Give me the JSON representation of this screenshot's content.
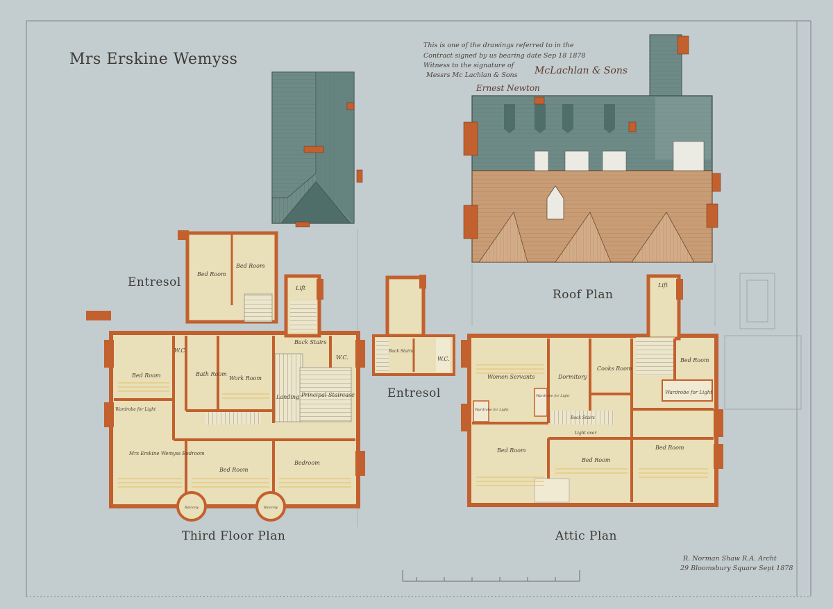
{
  "title": "Mrs Erskine Wemyss",
  "contract_note": {
    "line1": "This is one of the drawings referred to in the",
    "line2": "Contract signed by us bearing date Sep 18 1878",
    "line3": "Witness to the signature of",
    "line4": "Messrs Mc Lachlan & Sons",
    "signature": "McLachlan & Sons",
    "witness": "Ernest Newton"
  },
  "plans": {
    "third_floor": "Third Floor Plan",
    "attic": "Attic Plan",
    "roof": "Roof Plan",
    "entresol_left": "Entresol",
    "entresol_mid": "Entresol"
  },
  "rooms": {
    "entresol_bed1": "Bed Room",
    "entresol_bed2": "Bed Room",
    "tf_bed_nw": "Bed Room",
    "tf_wc1": "W.C.",
    "tf_bath": "Bath Room",
    "tf_work": "Work Room",
    "tf_back_stairs": "Back Stairs",
    "tf_wc2": "W.C.",
    "tf_landing": "Landing",
    "tf_principal": "Principal Staircase",
    "tf_wardrobe": "Wardrobe for Light",
    "tf_mrs_bedroom": "Mrs Erskine Wemyss Bedroom",
    "tf_bed_s": "Bed Room",
    "tf_bedroom_se": "Bedroom",
    "tf_lift": "Lift",
    "tf_bay1": "Balcony",
    "tf_bay2": "Balcony",
    "em_stairs": "Back Stairs",
    "em_wc": "W.C.",
    "at_women": "Women Servants",
    "at_dormitory": "Dormitory",
    "at_cooks": "Cooks Room",
    "at_bed_ne": "Bed Room",
    "at_wardrobe_r": "Wardrobe for Light",
    "at_wardrobe_l": "Wardrobe for Light",
    "at_wardrobe_m": "Wardrobe for Light",
    "at_back_stairs": "Back Stairs",
    "at_light_over": "Light over",
    "at_bed_sw": "Bed Room",
    "at_bed_s": "Bed Room",
    "at_bed_se": "Bed Room",
    "at_lift": "Lift"
  },
  "architect": {
    "line1": "R. Norman Shaw R.A. Archt",
    "line2": "29 Bloomsbury Square Sept 1878"
  },
  "colors": {
    "paper": "#c3cccf",
    "wall": "#c2602e",
    "floor": "#e9dfb8",
    "roof_slate": "#6f8c87",
    "roof_tile": "#c79a72",
    "ink": "#3d3a35"
  }
}
